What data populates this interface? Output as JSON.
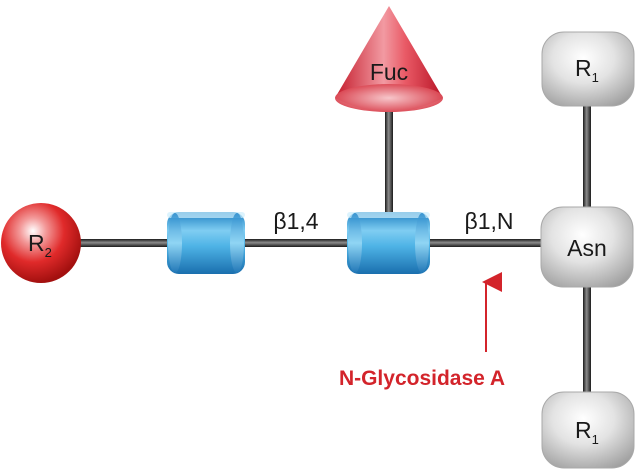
{
  "diagram": {
    "nodes": {
      "r2": {
        "main": "R",
        "sub": "2",
        "shape": "sphere",
        "color": "#e02a2a"
      },
      "fuc": {
        "main": "Fuc",
        "shape": "cone",
        "color": "#e23340"
      },
      "asn": {
        "main": "Asn",
        "shape": "rounded-box",
        "color": "#cfcfcf"
      },
      "r1_top": {
        "main": "R",
        "sub": "1",
        "shape": "rounded-box",
        "color": "#cfcfcf"
      },
      "r1_bottom": {
        "main": "R",
        "sub": "1",
        "shape": "rounded-box",
        "color": "#cfcfcf"
      },
      "glcnac_1": {
        "shape": "cylinder",
        "color": "#44a8e0"
      },
      "glcnac_2": {
        "shape": "cylinder",
        "color": "#44a8e0"
      }
    },
    "linkages": {
      "beta14": "β1,4",
      "beta1n": "β1,N"
    },
    "enzyme": {
      "label": "N-Glycosidase A",
      "color": "#d3242b"
    }
  }
}
